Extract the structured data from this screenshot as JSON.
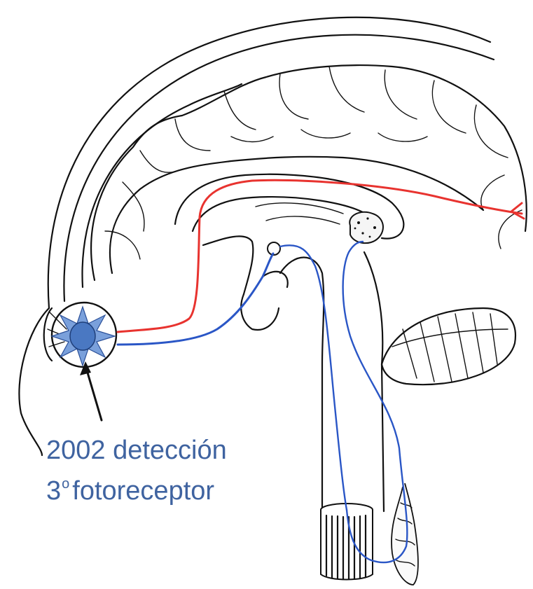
{
  "caption": {
    "line1": "2002 detección",
    "line2_number": "3",
    "line2_superscript": "o",
    "line2_word": "fotoreceptor"
  },
  "colors": {
    "red_pathway": "#e8332f",
    "blue_pathway": "#2a56c6",
    "caption_text": "#3f63a0",
    "eye_cell_fill": "#4a78c2",
    "outline": "#111111"
  }
}
